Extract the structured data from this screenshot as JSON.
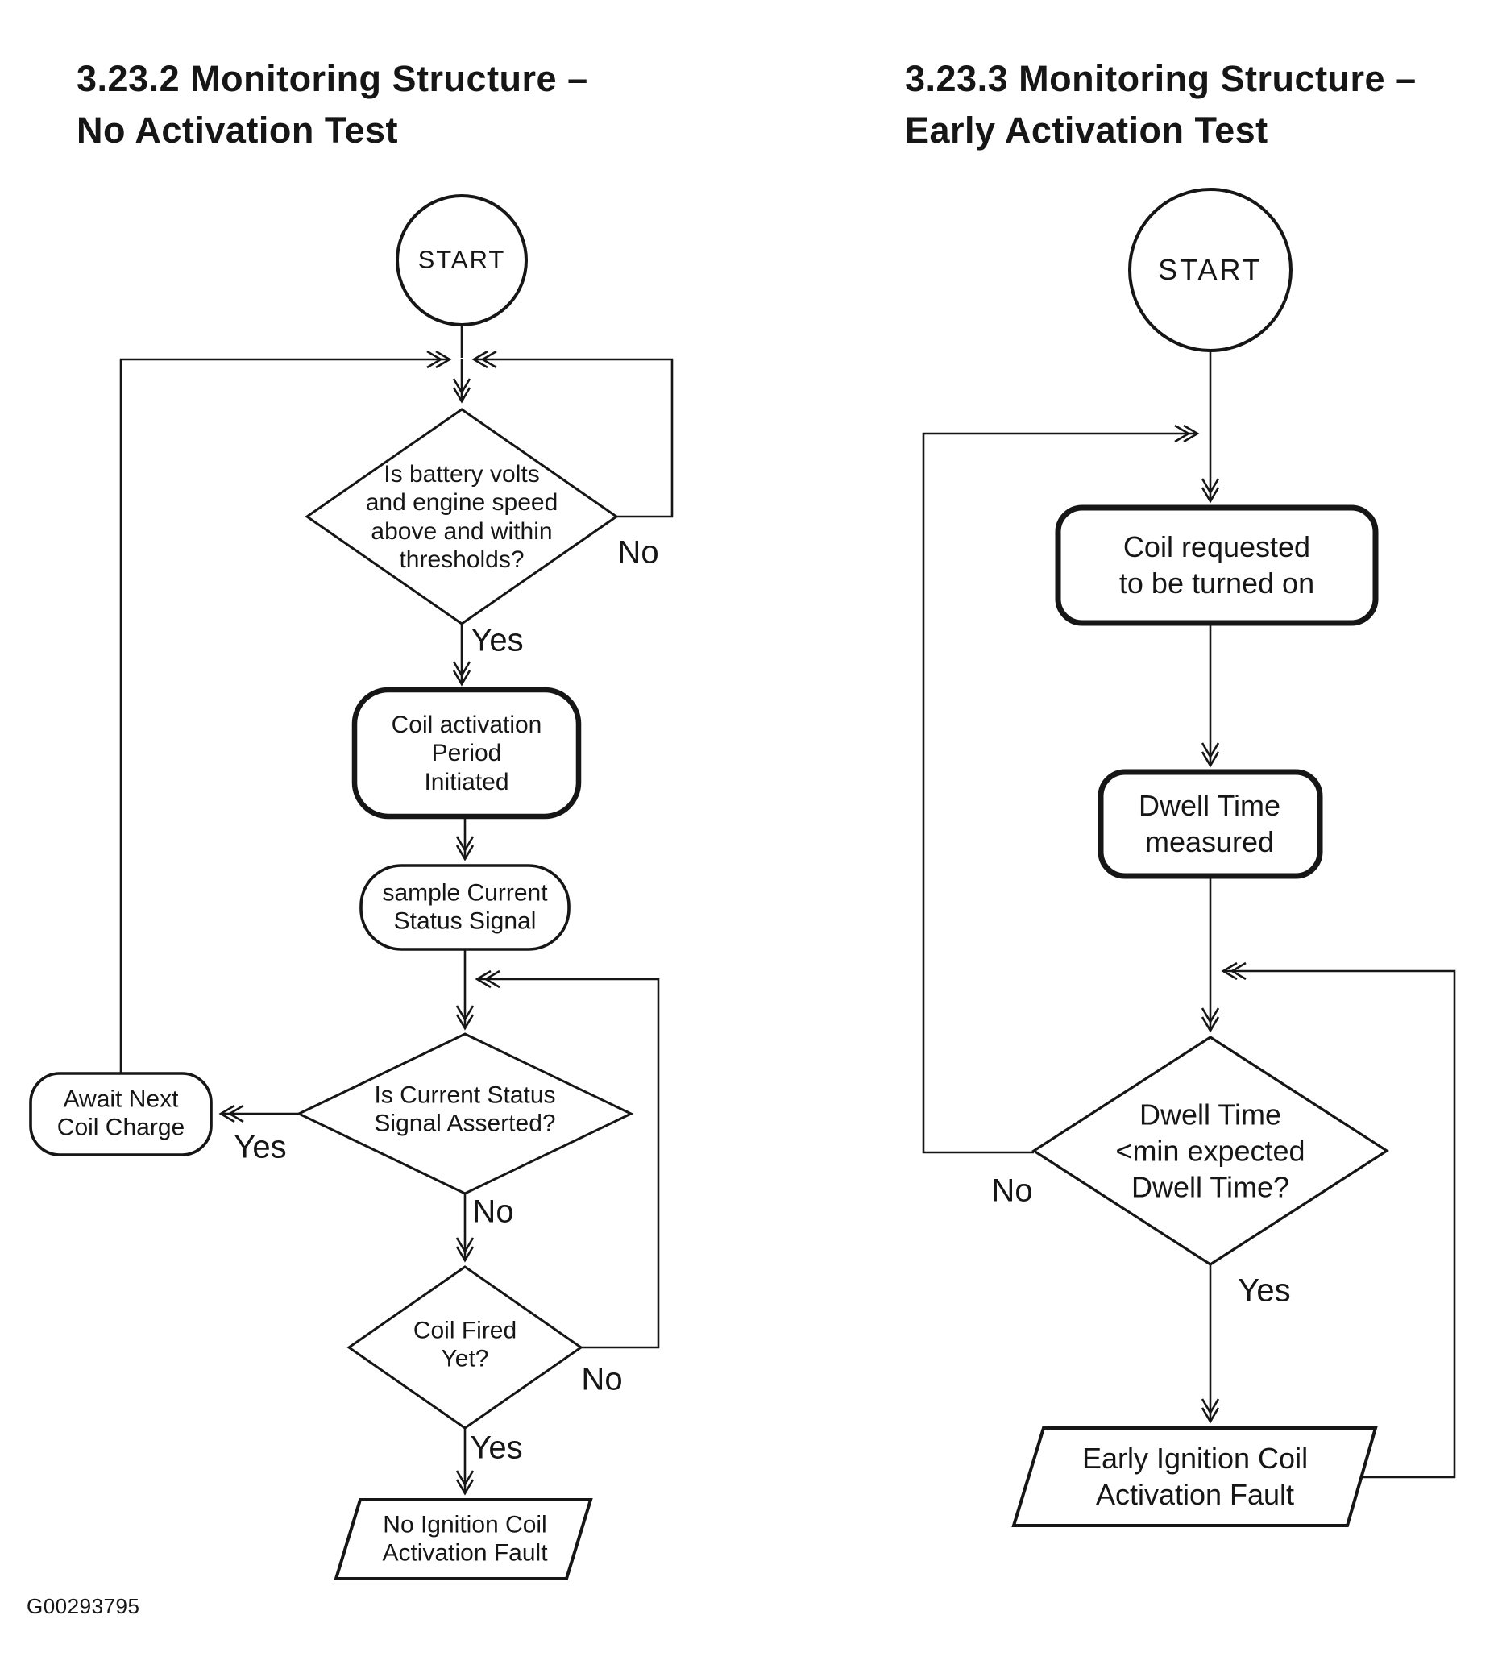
{
  "figure_id": "G00293795",
  "left": {
    "title_line1": "3.23.2 Monitoring Structure –",
    "title_line2": "No Activation Test",
    "nodes": {
      "start": "START",
      "decision_battery": "Is battery volts\nand engine speed\nabove and within\nthresholds?",
      "coil_activation": "Coil activation\nPeriod\nInitiated",
      "sample_current": "sample Current\nStatus Signal",
      "decision_status": "Is Current Status\nSignal Asserted?",
      "await_next": "Await Next\nCoil Charge",
      "decision_fired": "Coil Fired\nYet?",
      "fault": "No Ignition Coil\nActivation Fault"
    },
    "labels": {
      "battery_no": "No",
      "battery_yes": "Yes",
      "status_yes": "Yes",
      "status_no": "No",
      "fired_no": "No",
      "fired_yes": "Yes"
    }
  },
  "right": {
    "title_line1": "3.23.3 Monitoring Structure –",
    "title_line2": "Early Activation Test",
    "nodes": {
      "start": "START",
      "coil_requested": "Coil requested\nto be turned on",
      "dwell_measured": "Dwell Time\nmeasured",
      "decision_dwell": "Dwell Time\n<min expected\nDwell Time?",
      "fault": "Early Ignition Coil\nActivation Fault"
    },
    "labels": {
      "dwell_no": "No",
      "dwell_yes": "Yes"
    }
  }
}
